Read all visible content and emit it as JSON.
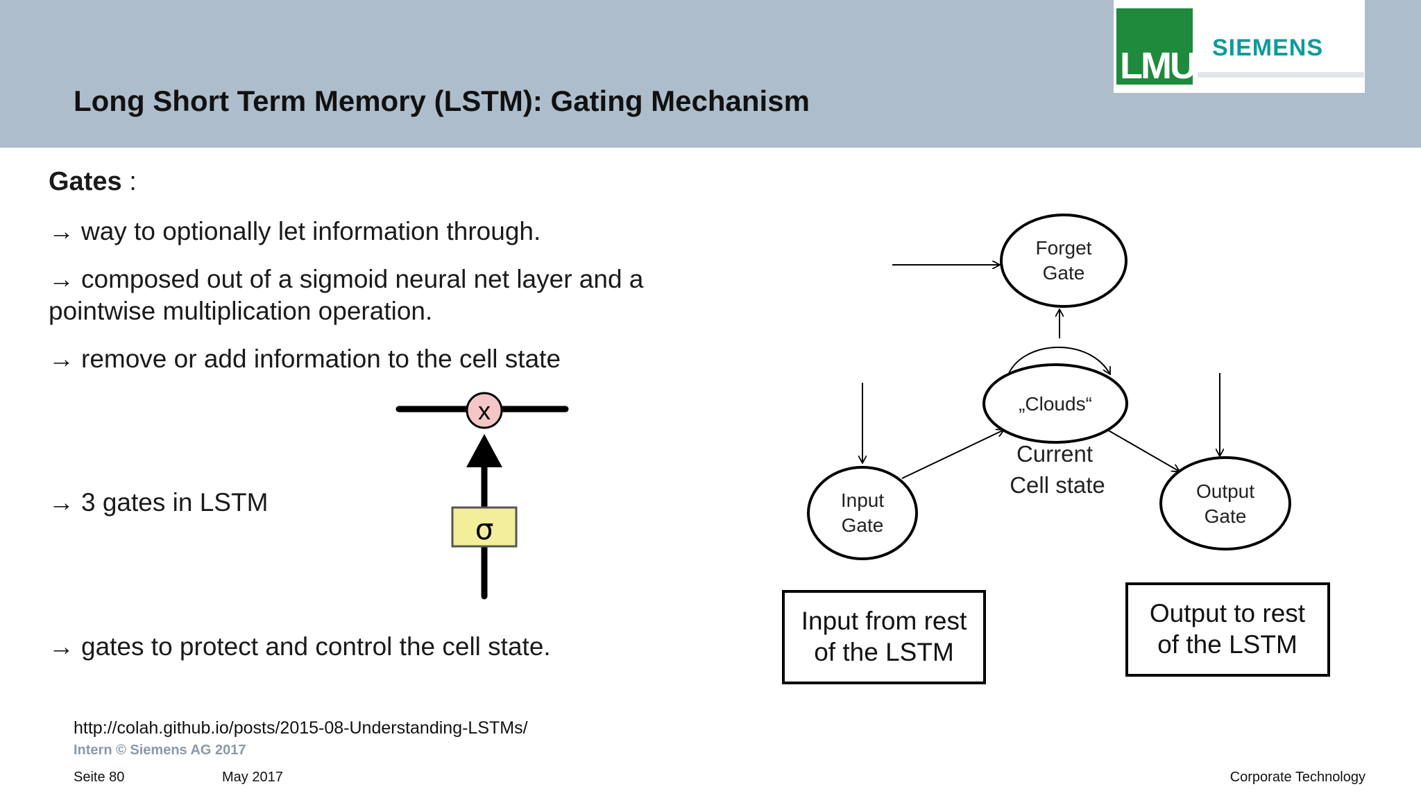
{
  "header": {
    "title": "Long Short Term Memory (LSTM): Gating Mechanism",
    "logo_lmu": "LMU",
    "logo_siemens": "SIEMENS",
    "lmu_color": "#1e8a3c",
    "siemens_color": "#0f9a9a",
    "header_color": "#aebdcb"
  },
  "content": {
    "heading": "Gates",
    "heading_colon": ":",
    "arrow": "→",
    "bullets": [
      "way to optionally let information through.",
      "composed out of a sigmoid neural net layer and a",
      "pointwise multiplication operation.",
      "remove or add information to the cell state",
      "3 gates in LSTM",
      "gates to protect and control the cell state."
    ]
  },
  "sigma_diagram": {
    "multiply_symbol": "x",
    "sigma_symbol": "σ"
  },
  "lstm_diagram": {
    "forget_gate": [
      "Forget",
      "Gate"
    ],
    "clouds": "„Clouds“",
    "cell_state": [
      "Current",
      "Cell state"
    ],
    "input_gate": [
      "Input",
      "Gate"
    ],
    "output_gate": [
      "Output",
      "Gate"
    ],
    "input_box": [
      "Input from rest",
      "of the LSTM"
    ],
    "output_box": [
      "Output to rest",
      "of the LSTM"
    ]
  },
  "footer": {
    "source_url": "http://colah.github.io/posts/2015-08-Understanding-LSTMs/",
    "intern": "Intern © Siemens AG 2017",
    "page": "Seite 80",
    "date": "May 2017",
    "corporate": "Corporate Technology"
  }
}
